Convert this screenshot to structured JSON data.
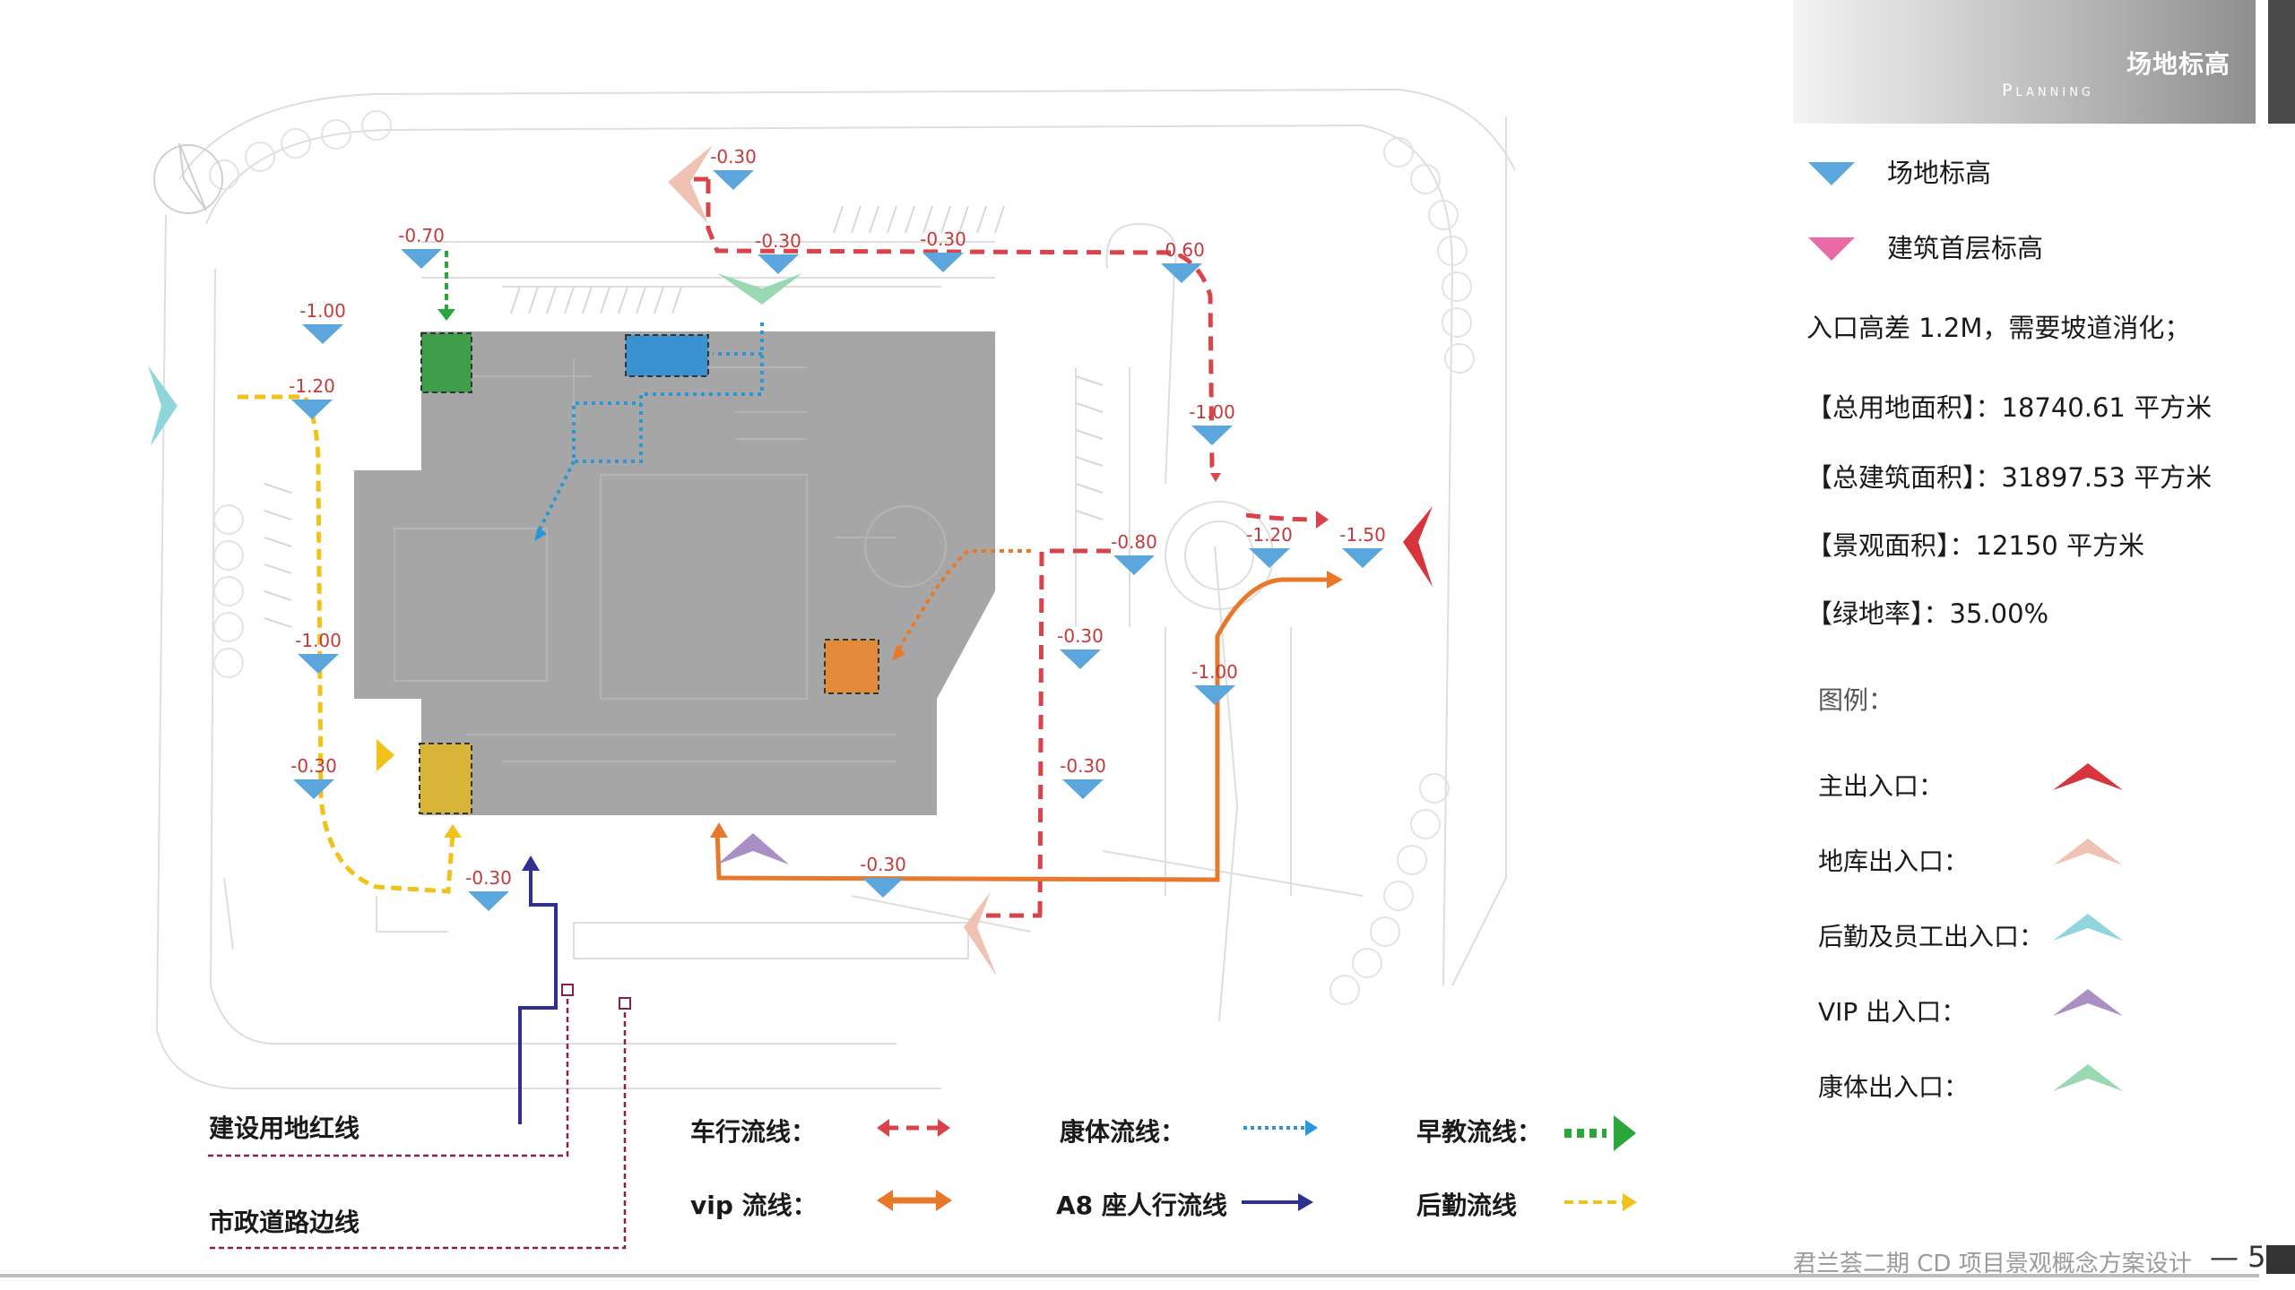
{
  "header": {
    "title": "场地标高",
    "subtitle": "Planning"
  },
  "legend_top": {
    "site_elevation": "场地标高",
    "ground_floor_elevation": "建筑首层标高"
  },
  "notes": {
    "slope": "入口高差 1.2M，需要坡道消化；",
    "total_site": "【总用地面积】：18740.61 平方米",
    "total_building": "【总建筑面积】：31897.53 平方米",
    "landscape": "【景观面积】：12150 平方米",
    "green_rate": "【绿地率】：35.00%"
  },
  "entrance_legend": {
    "heading": "图例：",
    "items": [
      {
        "label": "主出入口：",
        "color": "#d8343d"
      },
      {
        "label": "地库出入口：",
        "color": "#f0c2b4"
      },
      {
        "label": "后勤及员工出入口：",
        "color": "#8fd6dc"
      },
      {
        "label": "VIP 出入口：",
        "color": "#a98fc3"
      },
      {
        "label": "康体出入口：",
        "color": "#9ad8b3"
      }
    ]
  },
  "boundary_legend": {
    "red_line": "建设用地红线",
    "road_edge": "市政道路边线"
  },
  "flow_legend": {
    "vehicle": "车行流线：",
    "vip": "vip 流线：",
    "fitness": "康体流线：",
    "pedestrian": "A8 座人行流线",
    "early_edu": "早教流线：",
    "logistics": "后勤流线"
  },
  "colors": {
    "vehicle": "#d9434a",
    "vip": "#e8782a",
    "fitness": "#2a98d6",
    "pedestrian": "#2f2f8f",
    "early_edu": "#2aa63a",
    "logistics": "#f0c21a",
    "marker": "#5aa6dd",
    "building": "#9e9e9e"
  },
  "elevations": [
    "-0.30",
    "-0.70",
    "-0.30",
    "-0.30",
    "-0.60",
    "-1.00",
    "-1.20",
    "-1.00",
    "-1.20",
    "-1.50",
    "-0.80",
    "-1.00",
    "-0.30",
    "-1.00",
    "-0.30",
    "-0.30",
    "-0.30",
    "-0.30"
  ],
  "footer": {
    "text": "君兰荟二期 CD 项目景观概念方案设计",
    "page": "— 5"
  }
}
